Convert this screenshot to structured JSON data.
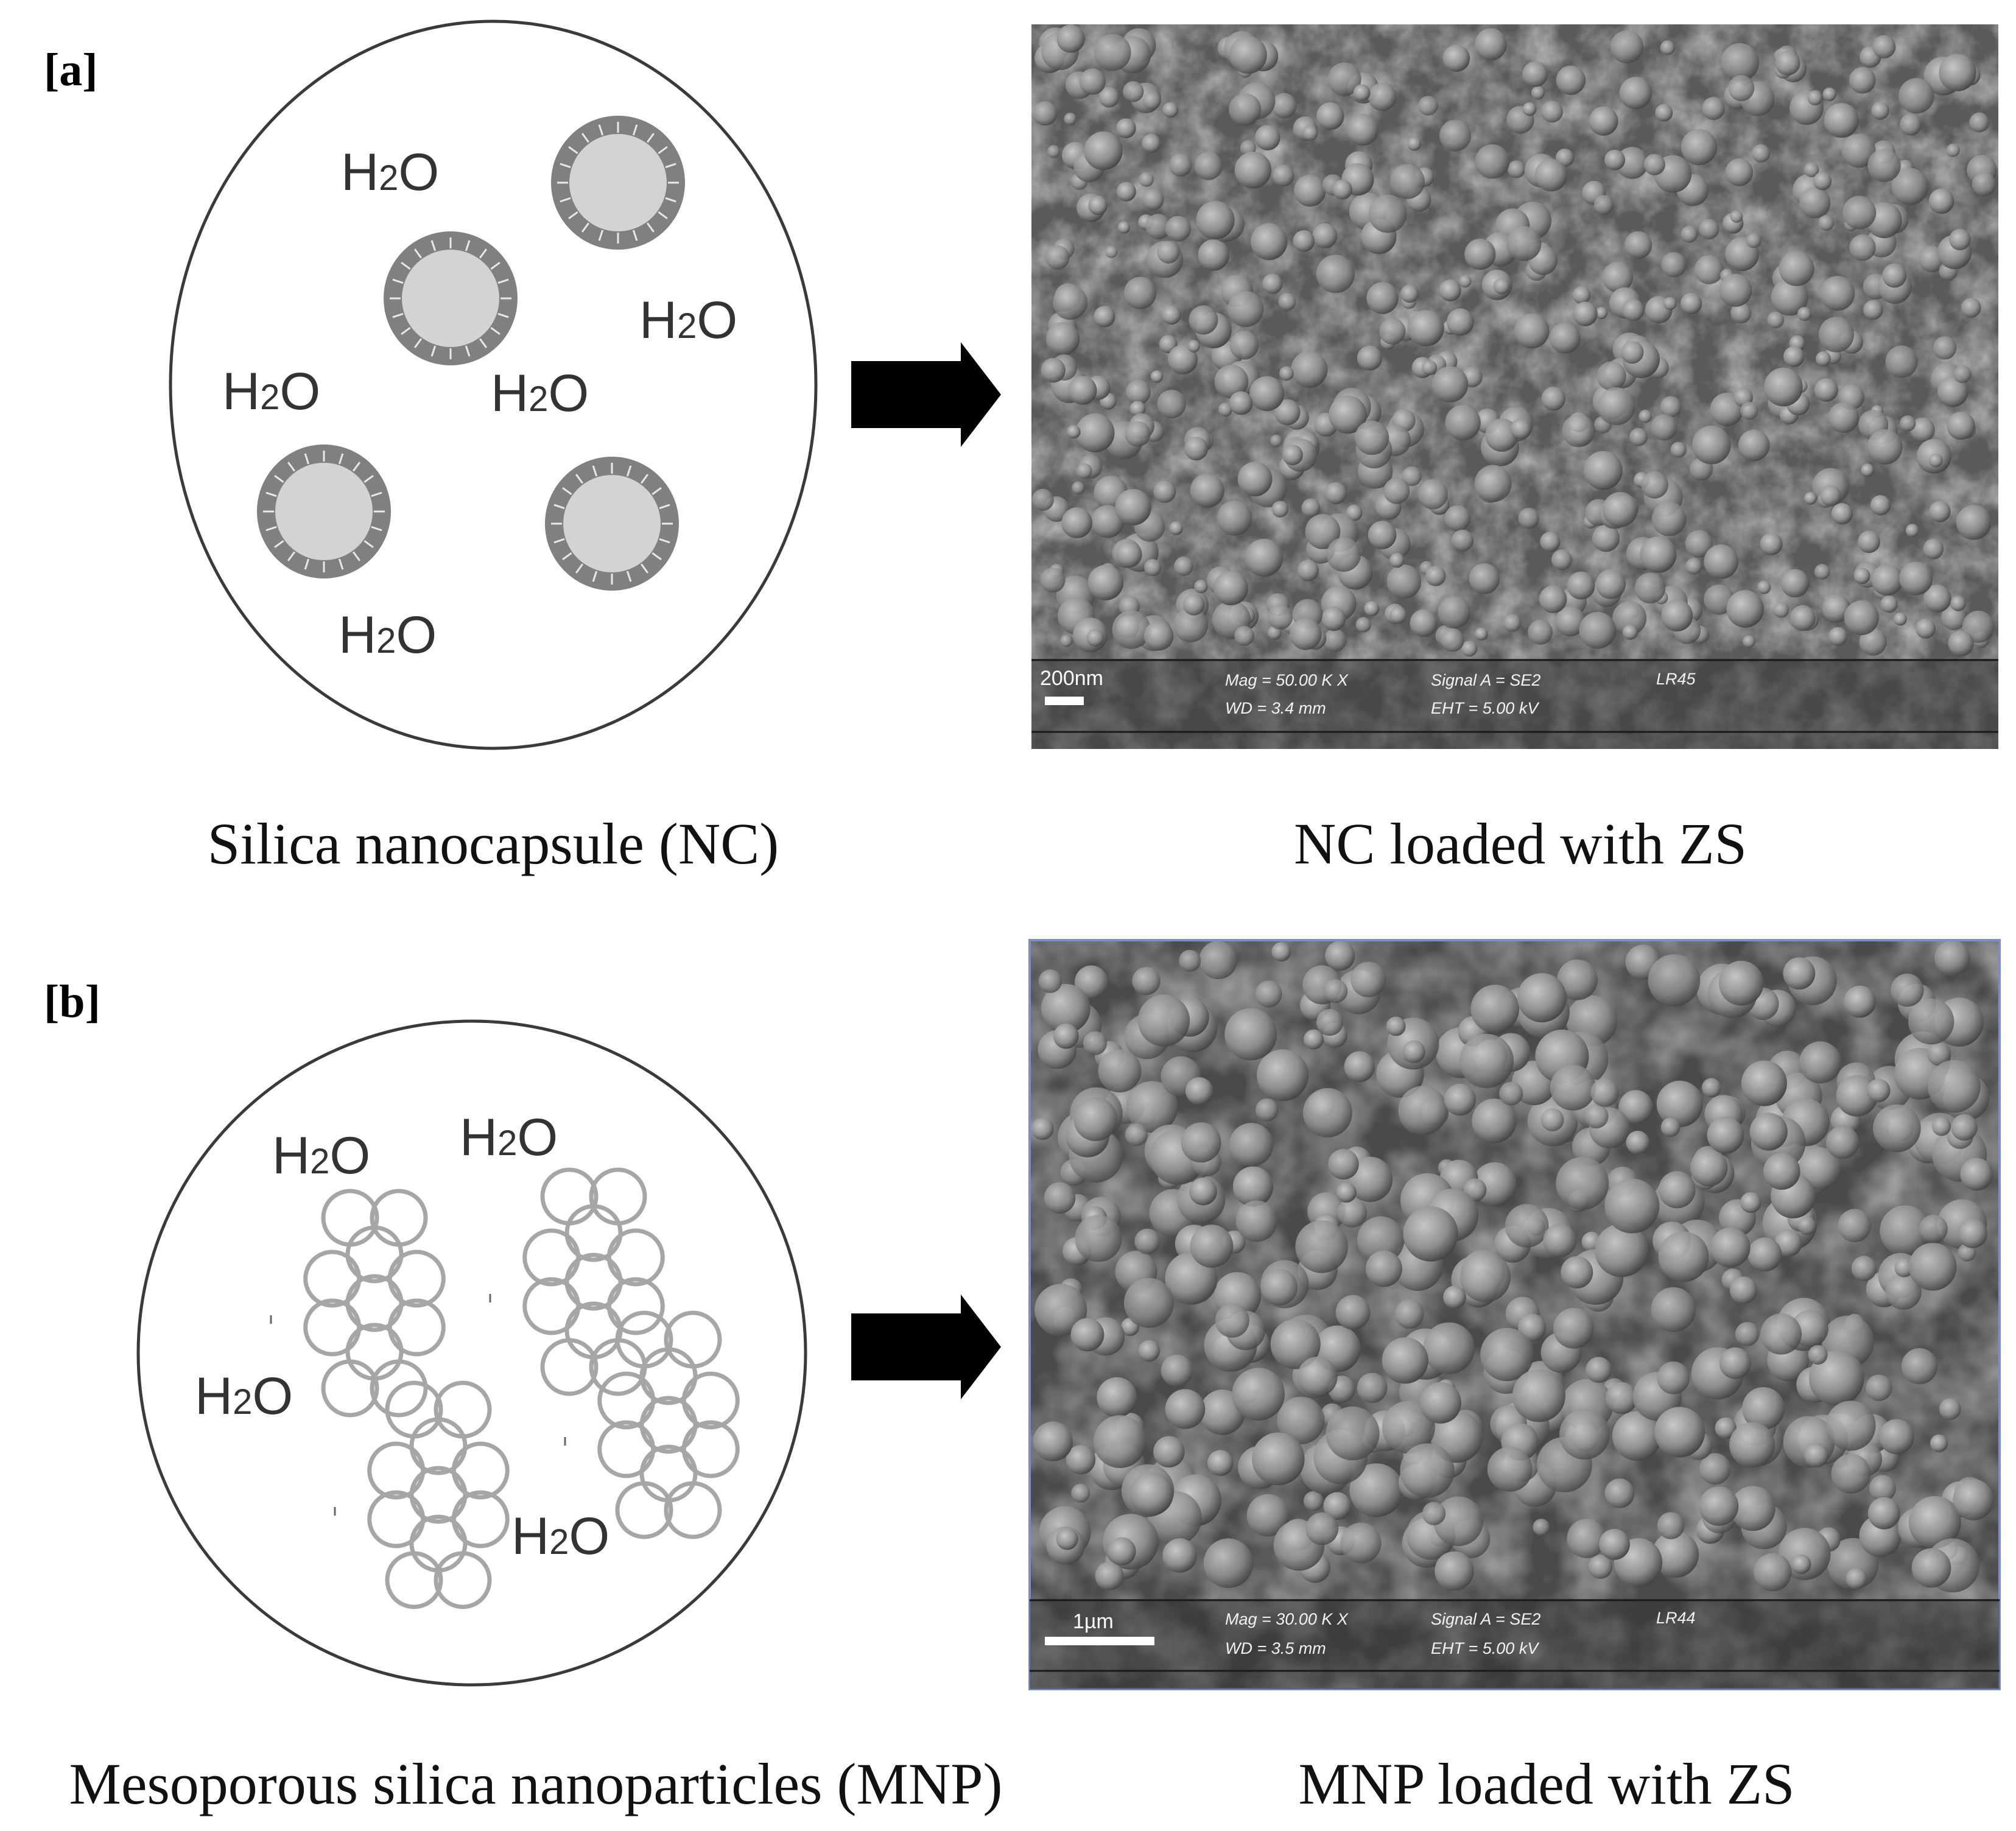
{
  "panels": [
    {
      "label": "[a]",
      "left_caption": "Silica nanocapsule (NC)",
      "right_caption": "NC loaded with ZS",
      "solvent": {
        "main": "H",
        "subscript": "2",
        "tail": "O"
      },
      "sem": {
        "scale_label": "200nm",
        "mag": "Mag =   50.00 K X",
        "wd": "WD =  3.4 mm",
        "signal": "Signal A = SE2",
        "eht": "EHT =  5.00 kV",
        "sample": "LR45"
      }
    },
    {
      "label": "[b]",
      "left_caption": "Mesoporous silica nanoparticles (MNP)",
      "right_caption": "MNP loaded with ZS",
      "solvent": {
        "main": "H",
        "subscript": "2",
        "tail": "O"
      },
      "sem": {
        "scale_label": "1µm",
        "mag": "Mag =   30.00 K X",
        "wd": "WD =  3.5 mm",
        "signal": "Signal A = SE2",
        "eht": "EHT =  5.00 kV",
        "sample": "LR44"
      }
    }
  ],
  "colors": {
    "capsule_shell": "#808080",
    "capsule_core": "#d3d3d3",
    "mesoporous_ring": "#a6a6a6",
    "arrow": "#000000",
    "sem_bg": "#555555",
    "sem_frame_b": "#7d8fc2"
  }
}
